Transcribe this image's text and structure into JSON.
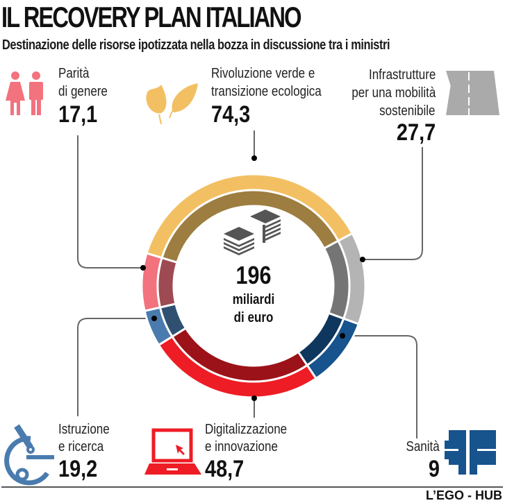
{
  "header": {
    "title": "IL RECOVERY PLAN ITALIANO",
    "subtitle": "Destinazione delle risorse ipotizzata nella bozza in discussione tra i ministri"
  },
  "center": {
    "total": "196",
    "unit_line1": "miliardi",
    "unit_line2": "di euro",
    "icon": "money-stack-icon"
  },
  "categories": [
    {
      "id": "parita",
      "line1": "Parità",
      "line2": "di genere",
      "line3": "",
      "value": "17,1",
      "icon": "gender-icon",
      "color": "#F2727E"
    },
    {
      "id": "verde",
      "line1": "Rivoluzione verde e",
      "line2": "transizione ecologica",
      "line3": "",
      "value": "74,3",
      "icon": "leaves-icon",
      "color": "#F2C063"
    },
    {
      "id": "infrastrutture",
      "line1": "Infrastrutture",
      "line2": "per una mobilità",
      "line3": "sostenibile",
      "value": "27,7",
      "icon": "road-icon",
      "color": "#B4B4B4"
    },
    {
      "id": "istruzione",
      "line1": "Istruzione",
      "line2": "e ricerca",
      "line3": "",
      "value": "19,2",
      "icon": "microscope-icon",
      "color": "#4A7BAE"
    },
    {
      "id": "digitalizzazione",
      "line1": "Digitalizzazione",
      "line2": "e innovazione",
      "line3": "",
      "value": "48,7",
      "icon": "laptop-icon",
      "color": "#EE1C25"
    },
    {
      "id": "sanita",
      "line1": "Sanità",
      "line2": "",
      "line3": "",
      "value": "9",
      "icon": "medical-cross-icon",
      "color": "#17538D"
    }
  ],
  "footer": {
    "credit": "L’EGO - HUB"
  },
  "chart_data": {
    "type": "pie",
    "title": "IL RECOVERY PLAN ITALIANO",
    "subtitle": "Destinazione delle risorse ipotizzata nella bozza in discussione tra i ministri",
    "unit": "miliardi di euro",
    "total": 196,
    "categories": [
      "Parità di genere",
      "Rivoluzione verde e transizione ecologica",
      "Infrastrutture per una mobilità sostenibile",
      "Istruzione e ricerca",
      "Digitalizzazione e innovazione",
      "Sanità"
    ],
    "values": [
      17.1,
      74.3,
      27.7,
      19.2,
      48.7,
      9
    ],
    "colors": [
      "#F2727E",
      "#F2C063",
      "#B4B4B4",
      "#4A7BAE",
      "#EE1C25",
      "#17538D"
    ],
    "donut": true
  }
}
